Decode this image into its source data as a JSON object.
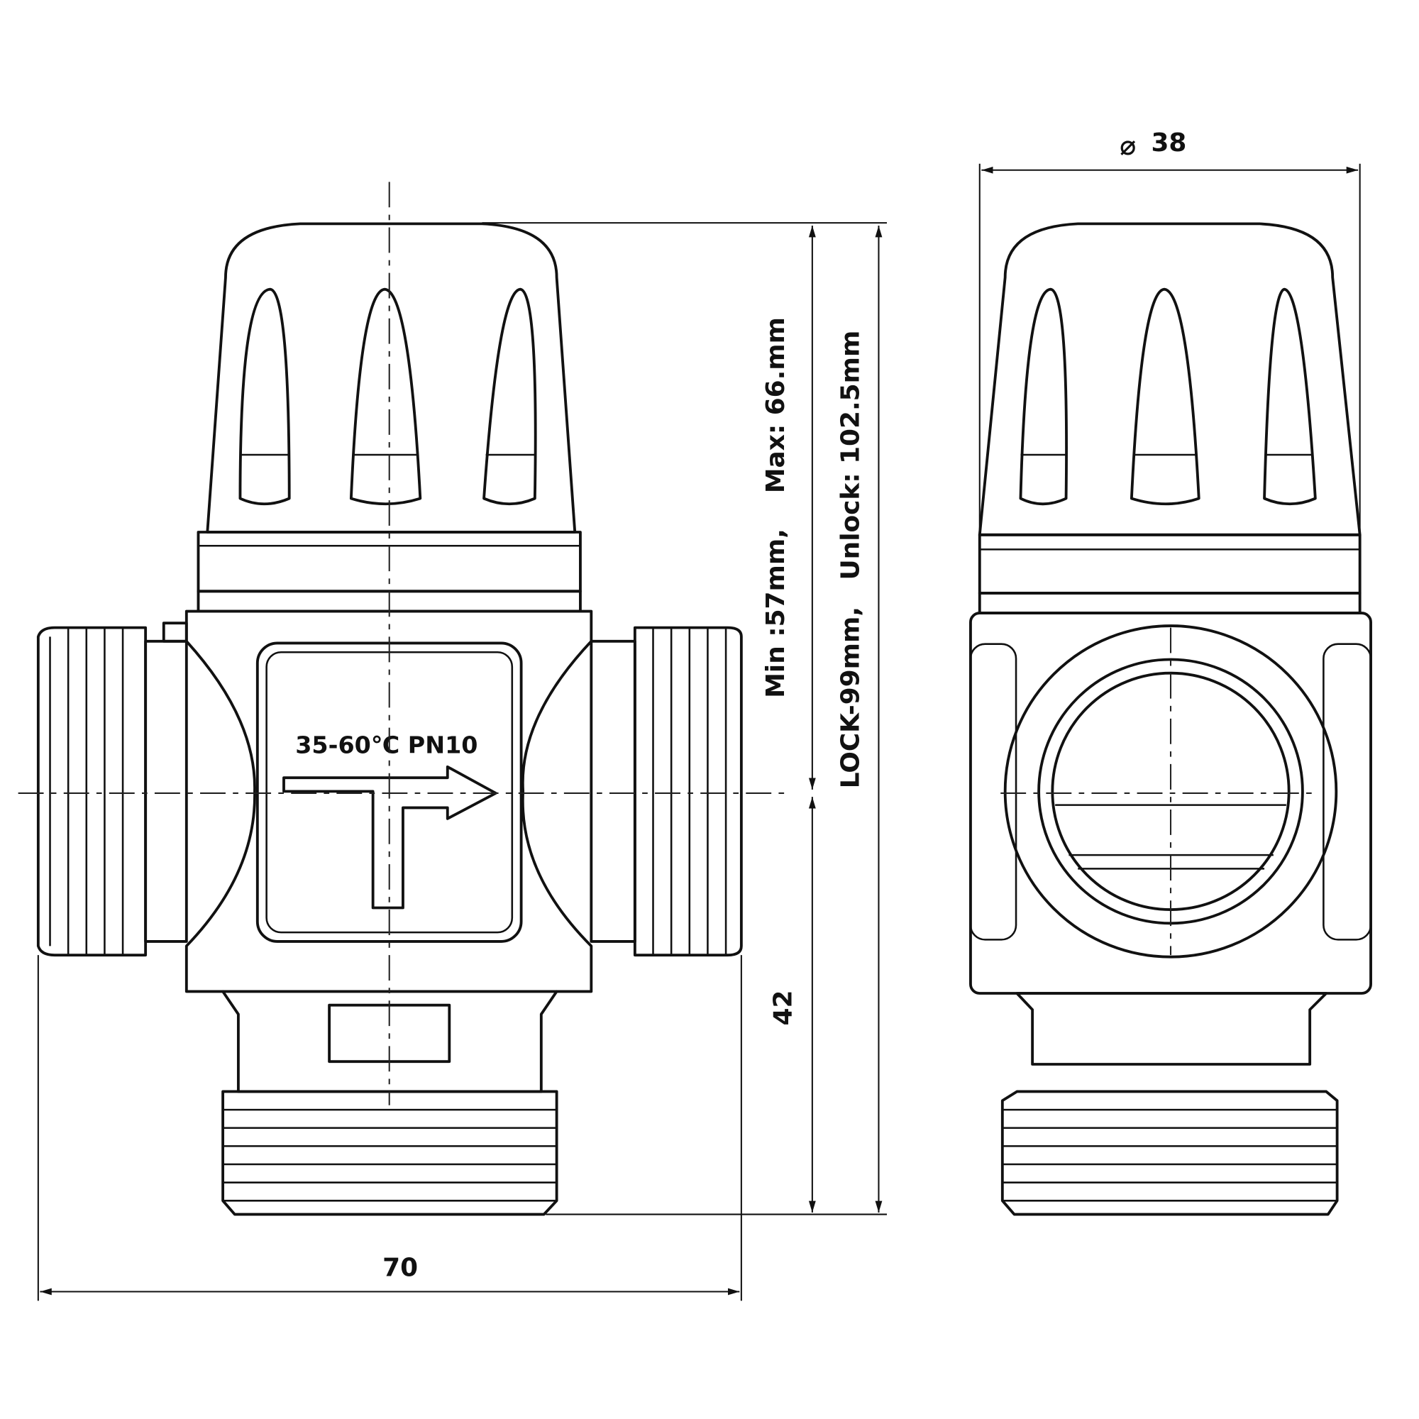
{
  "front_view": {
    "label": "35-60℃ PN10",
    "width_dim": "70",
    "lower_height_dim": "42",
    "height_note_1": "Min :57mm,    Max: 66.mm",
    "height_note_2": "LOCK-99mm,   Unlock: 102.5mm"
  },
  "side_view": {
    "diameter_symbol": "⌀",
    "diameter_dim": "38"
  }
}
